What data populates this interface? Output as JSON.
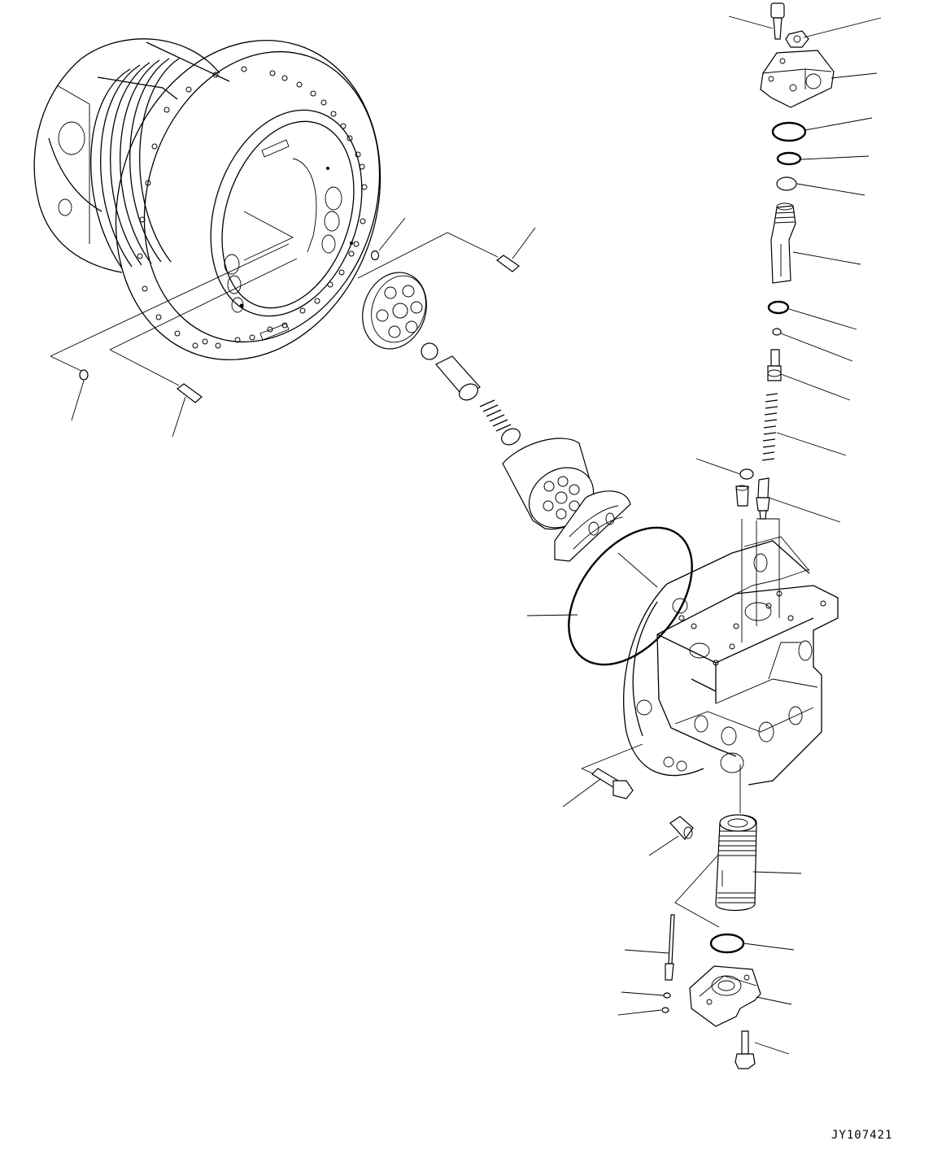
{
  "drawing_code": "JY107421",
  "colors": {
    "line": "#000000",
    "background": "#ffffff"
  },
  "parts": [
    "final-drive-housing",
    "valve-plate",
    "piston",
    "spring",
    "cylinder-block",
    "swash-plate",
    "o-ring-large",
    "motor-case",
    "spool",
    "cover-top",
    "cover-bottom",
    "bolt",
    "plug",
    "dowel-pin",
    "orifice",
    "check-valve"
  ]
}
